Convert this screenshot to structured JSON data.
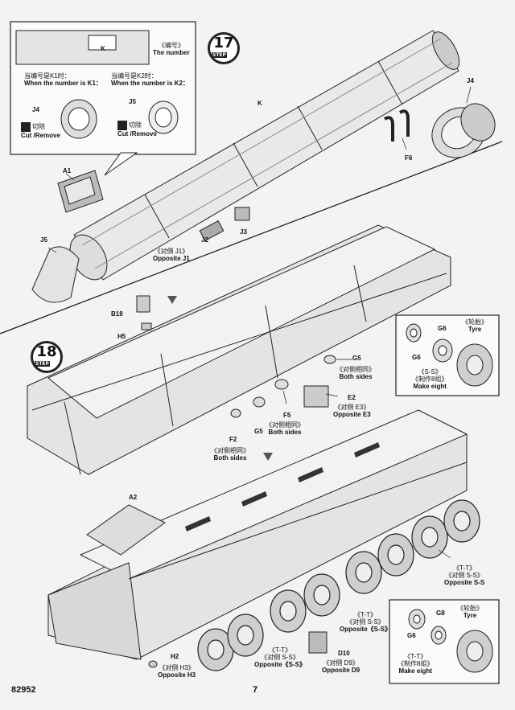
{
  "page": {
    "catalog_number": "82952",
    "page_number": "7"
  },
  "step17": {
    "step_number": "17",
    "step_word": "STEP",
    "inset": {
      "number_cn": "《编号》",
      "number_en": "The number",
      "k1_cn": "当编号是K1时：",
      "k1_en": "When the number is K1：",
      "k2_cn": "当编号是K2时：",
      "k2_en": "When the number is K2：",
      "cut_cn": "切除",
      "cut_en": "Cut /Remove",
      "j4": "J4",
      "j5": "J5",
      "k": "K"
    },
    "parts": {
      "k": "K",
      "j4": "J4",
      "f6": "F6",
      "a1": "A1",
      "j5": "J5",
      "j2": "J2",
      "j3": "J3",
      "opp_j1_cn": "《对侧 J1》",
      "opp_j1_en": "Opposite J1"
    }
  },
  "step18": {
    "step_number": "18",
    "step_word": "STEP",
    "parts": {
      "b18": "B18",
      "h5": "H5",
      "g5_top": "G5",
      "both_sides_cn": "《对侧相同》",
      "both_sides_en": "Both sides",
      "e2": "E2",
      "opp_e3_cn": "《对侧 E3》",
      "opp_e3_en": "Opposite E3",
      "f5": "F5",
      "g5_mid": "G5",
      "f2": "F2",
      "a2": "A2",
      "h2": "H2",
      "opp_h3_cn": "《对侧 H3》",
      "opp_h3_en": "Opposite H3",
      "d10": "D10",
      "opp_d9_cn": "《对侧 D9》",
      "opp_d9_en": "Opposite D9",
      "tt": "《T-T》",
      "opp_ss_cn": "《对侧 S-S》",
      "opp_ss_en": "Opposite《S-S》",
      "opp_ss_en_right": "Opposite  S-S"
    },
    "tyre_inset_top": {
      "g6_a": "G6",
      "g6_b": "G6",
      "tyre_cn": "《轮胎》",
      "tyre_en": "Tyre",
      "ss": "《S-S》",
      "make_eight_cn": "《制作8组》",
      "make_eight_en": "Make eight"
    },
    "tyre_inset_bottom": {
      "g8": "G8",
      "g6": "G6",
      "tyre_cn": "《轮胎》",
      "tyre_en": "Tyre",
      "tt": "《T-T》",
      "make_eight_cn": "《制作8组》",
      "make_eight_en": "Make eight"
    }
  }
}
